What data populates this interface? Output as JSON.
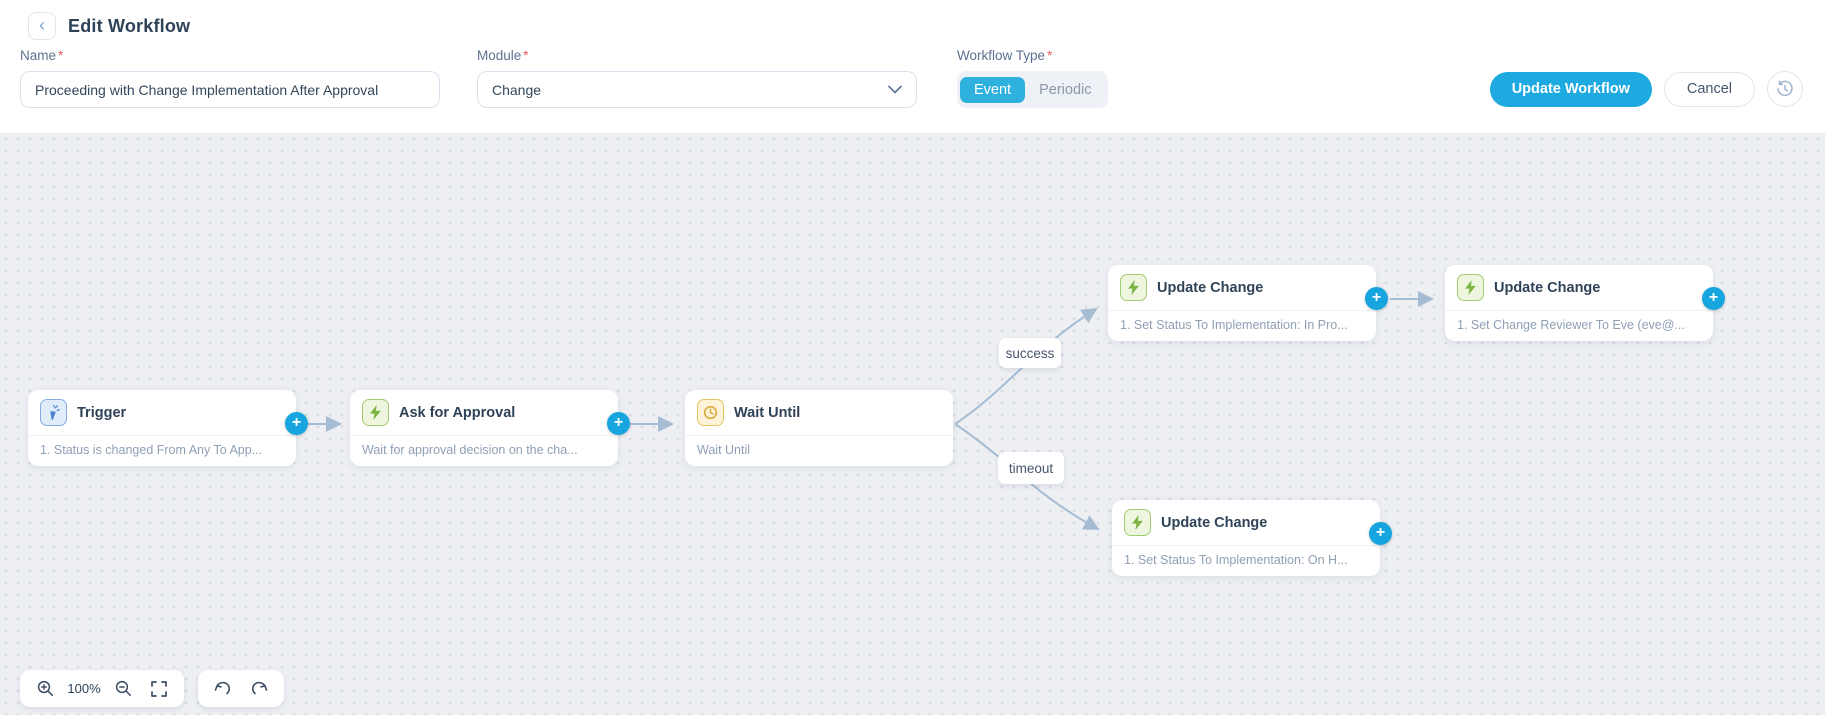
{
  "colors": {
    "accent": "#1ea9e1",
    "plus_button": "#16a5de",
    "edge": "#a6bcd3",
    "canvas_bg": "#edeff3",
    "trigger_icon": "#4a80d0",
    "action_icon": "#7cb342",
    "wait_icon": "#d8a937",
    "required": "#e25c5c"
  },
  "header": {
    "title": "Edit Workflow",
    "required_mark": "*",
    "fields": {
      "name": {
        "label": "Name",
        "value": "Proceeding with Change Implementation After Approval"
      },
      "module": {
        "label": "Module",
        "value": "Change"
      },
      "workflow_type": {
        "label": "Workflow Type",
        "options": [
          "Event",
          "Periodic"
        ],
        "selected": "Event"
      }
    },
    "actions": {
      "update": "Update Workflow",
      "cancel": "Cancel"
    }
  },
  "canvas": {
    "nodes": [
      {
        "title": "Trigger",
        "subtitle": "1. Status is changed From Any To App...",
        "type": "trigger"
      },
      {
        "title": "Ask for Approval",
        "subtitle": "Wait for approval decision on the cha...",
        "type": "action"
      },
      {
        "title": "Wait Until",
        "subtitle": "Wait Until",
        "type": "wait"
      },
      {
        "title": "Update Change",
        "subtitle": "1. Set Status To Implementation: In Pro...",
        "type": "action"
      },
      {
        "title": "Update Change",
        "subtitle": "1. Set Change Reviewer To Eve (eve@...",
        "type": "action"
      },
      {
        "title": "Update Change",
        "subtitle": "1. Set Status To Implementation: On H...",
        "type": "action"
      }
    ],
    "edge_labels": {
      "success": "success",
      "timeout": "timeout"
    },
    "plus_glyph": "+",
    "toolbar": {
      "zoom_level": "100%"
    }
  }
}
